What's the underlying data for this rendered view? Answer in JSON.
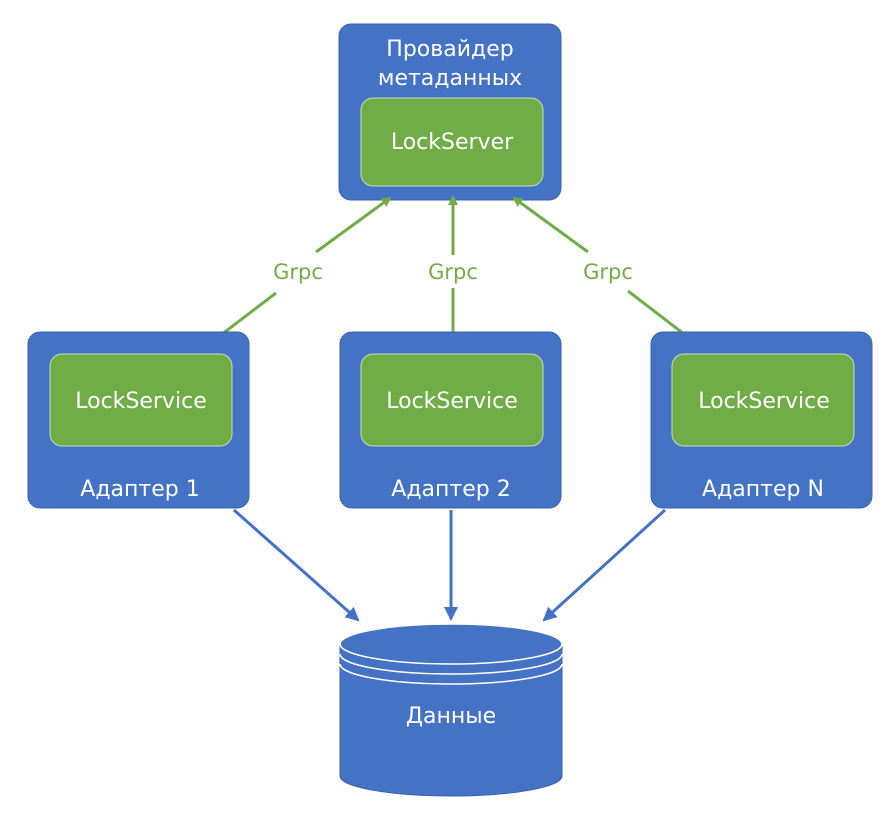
{
  "colors": {
    "container": "#4472c4",
    "container_border": "#3a63ad",
    "service": "#70ad47",
    "service_border": "#c9dfbb",
    "grpc_line": "#70ad47",
    "data_line": "#4472c4"
  },
  "provider": {
    "title_line1": "Провайдер",
    "title_line2": "метаданных",
    "service": "LockServer"
  },
  "adapters": [
    {
      "label": "Адаптер 1",
      "service": "LockService"
    },
    {
      "label": "Адаптер 2",
      "service": "LockService"
    },
    {
      "label": "Адаптер N",
      "service": "LockService"
    }
  ],
  "edges": {
    "grpc_label": "Grpc"
  },
  "storage": {
    "label": "Данные",
    "icon": "database-cylinder-icon"
  }
}
